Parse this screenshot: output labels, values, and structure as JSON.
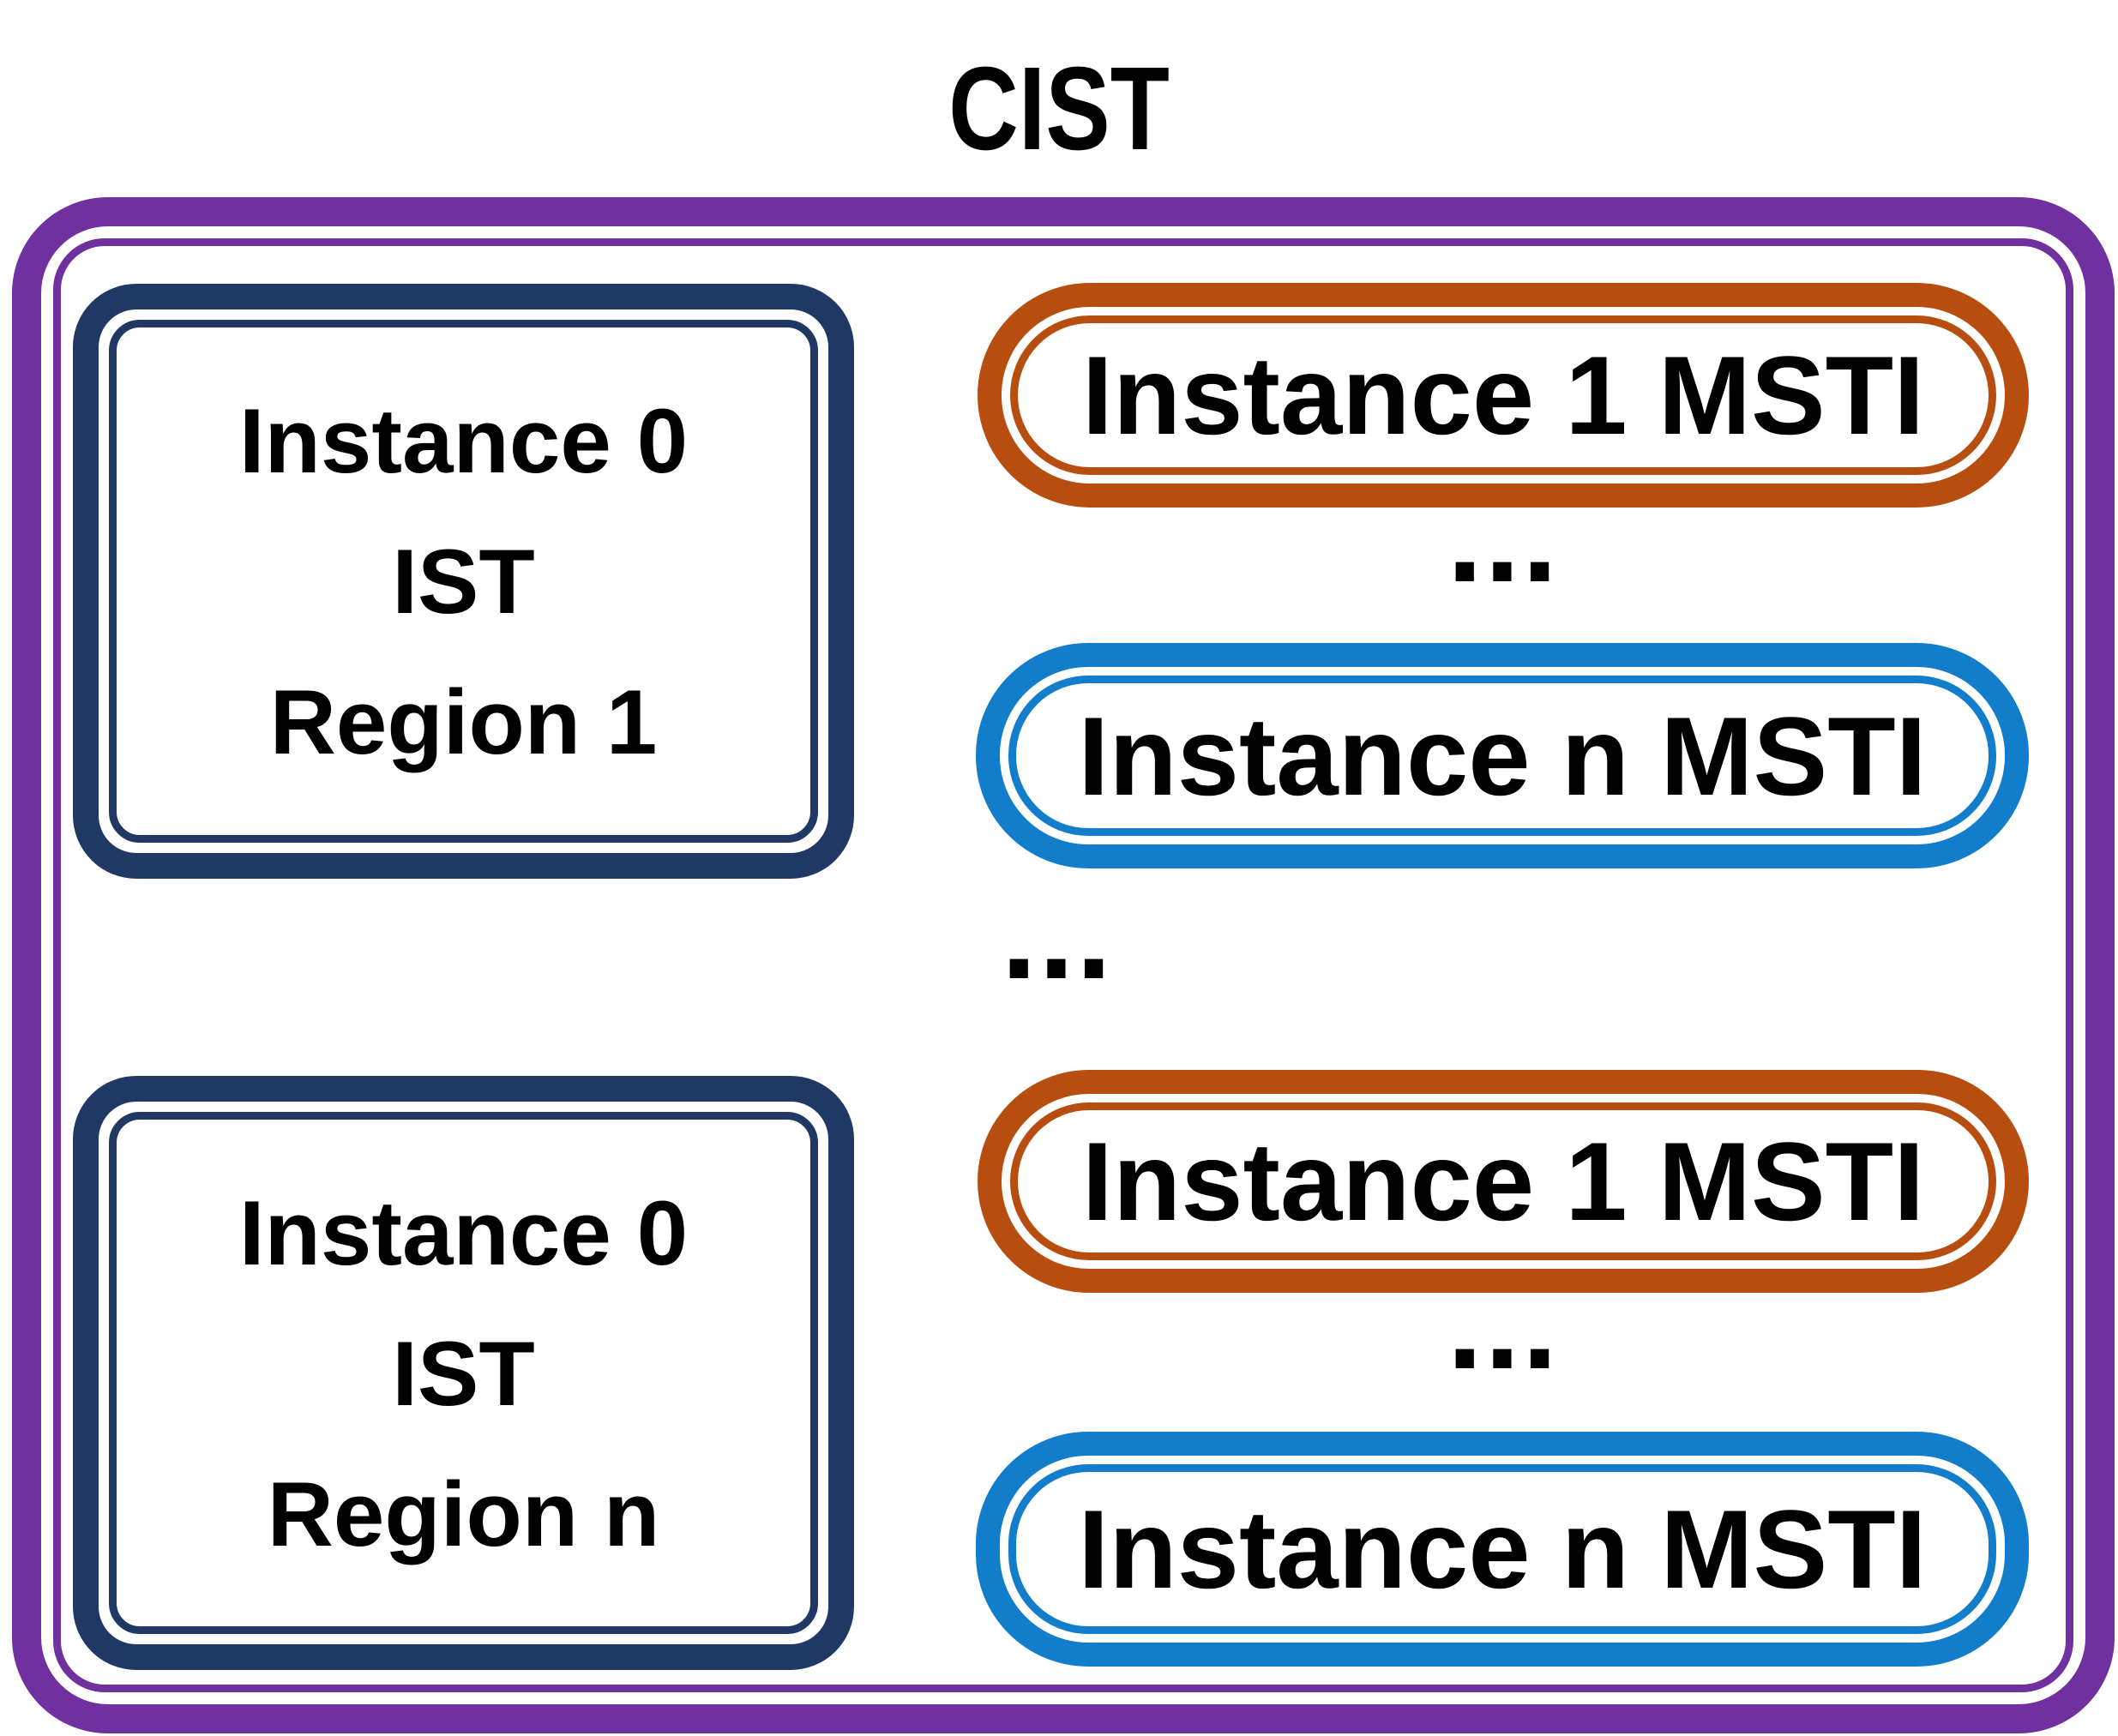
{
  "title": "CIST",
  "colors": {
    "frame_purple": "#7030A0",
    "ist_navy": "#1F3864",
    "msti_first_orange": "#B84D10",
    "msti_last_blue": "#127DCA",
    "text_black": "#000000",
    "background_white": "#FFFFFF"
  },
  "cist": {
    "regions_ellipsis": "...",
    "regions": [
      {
        "ist_box": {
          "line1": "Instance 0",
          "line2": "IST",
          "line3": "Region 1"
        },
        "msti_first": "Instance 1 MSTI",
        "msti_ellipsis": "...",
        "msti_last": "Instance n MSTI"
      },
      {
        "ist_box": {
          "line1": "Instance 0",
          "line2": "IST",
          "line3": "Region n"
        },
        "msti_first": "Instance 1 MSTI",
        "msti_ellipsis": "...",
        "msti_last": "Instance n MSTI"
      }
    ]
  }
}
